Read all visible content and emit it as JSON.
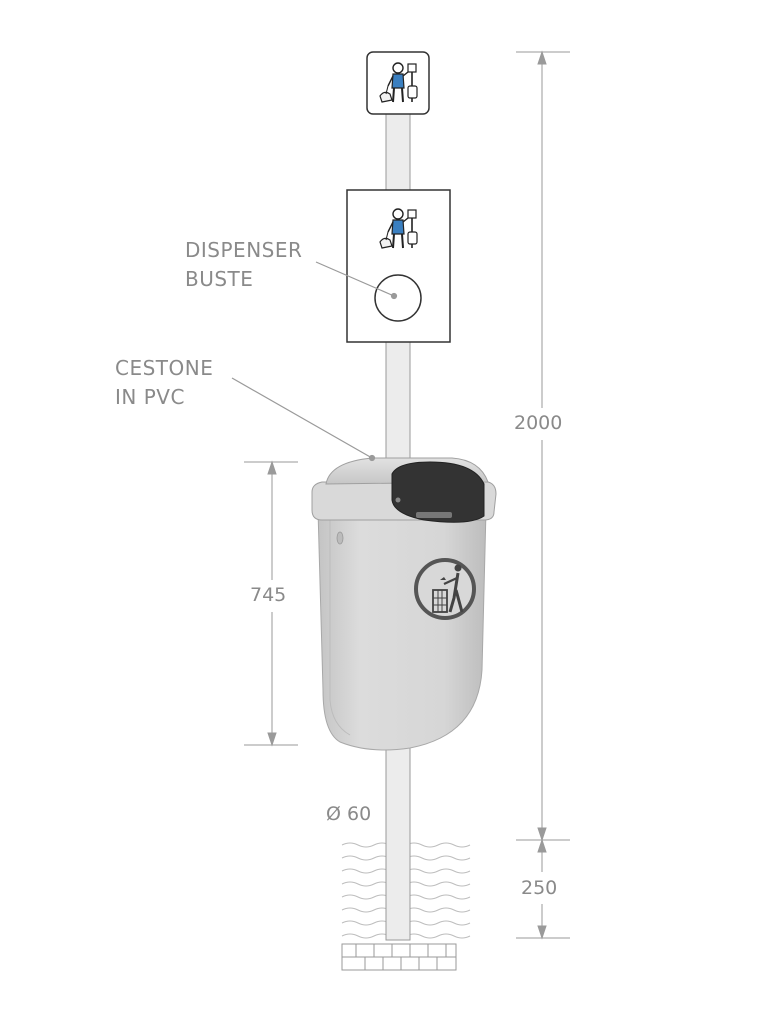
{
  "labels": {
    "dispenser_line1": "DISPENSER",
    "dispenser_line2": "BUSTE",
    "bin_line1": "CESTONE",
    "bin_line2": "IN PVC"
  },
  "dimensions": {
    "total_height": "2000",
    "bin_height": "745",
    "pole_diameter": "Ø 60",
    "underground_depth": "250"
  },
  "icons": {
    "sign_top": "dog-walker-pictogram-icon",
    "sign_dispenser": "dog-walker-pictogram-icon",
    "bin_symbol": "litter-disposal-icon"
  },
  "colors": {
    "label_gray": "#8a8a8a",
    "line_gray": "#9a9a9a",
    "bin_body": "#d2d2d2",
    "lid_dark": "#333333"
  }
}
